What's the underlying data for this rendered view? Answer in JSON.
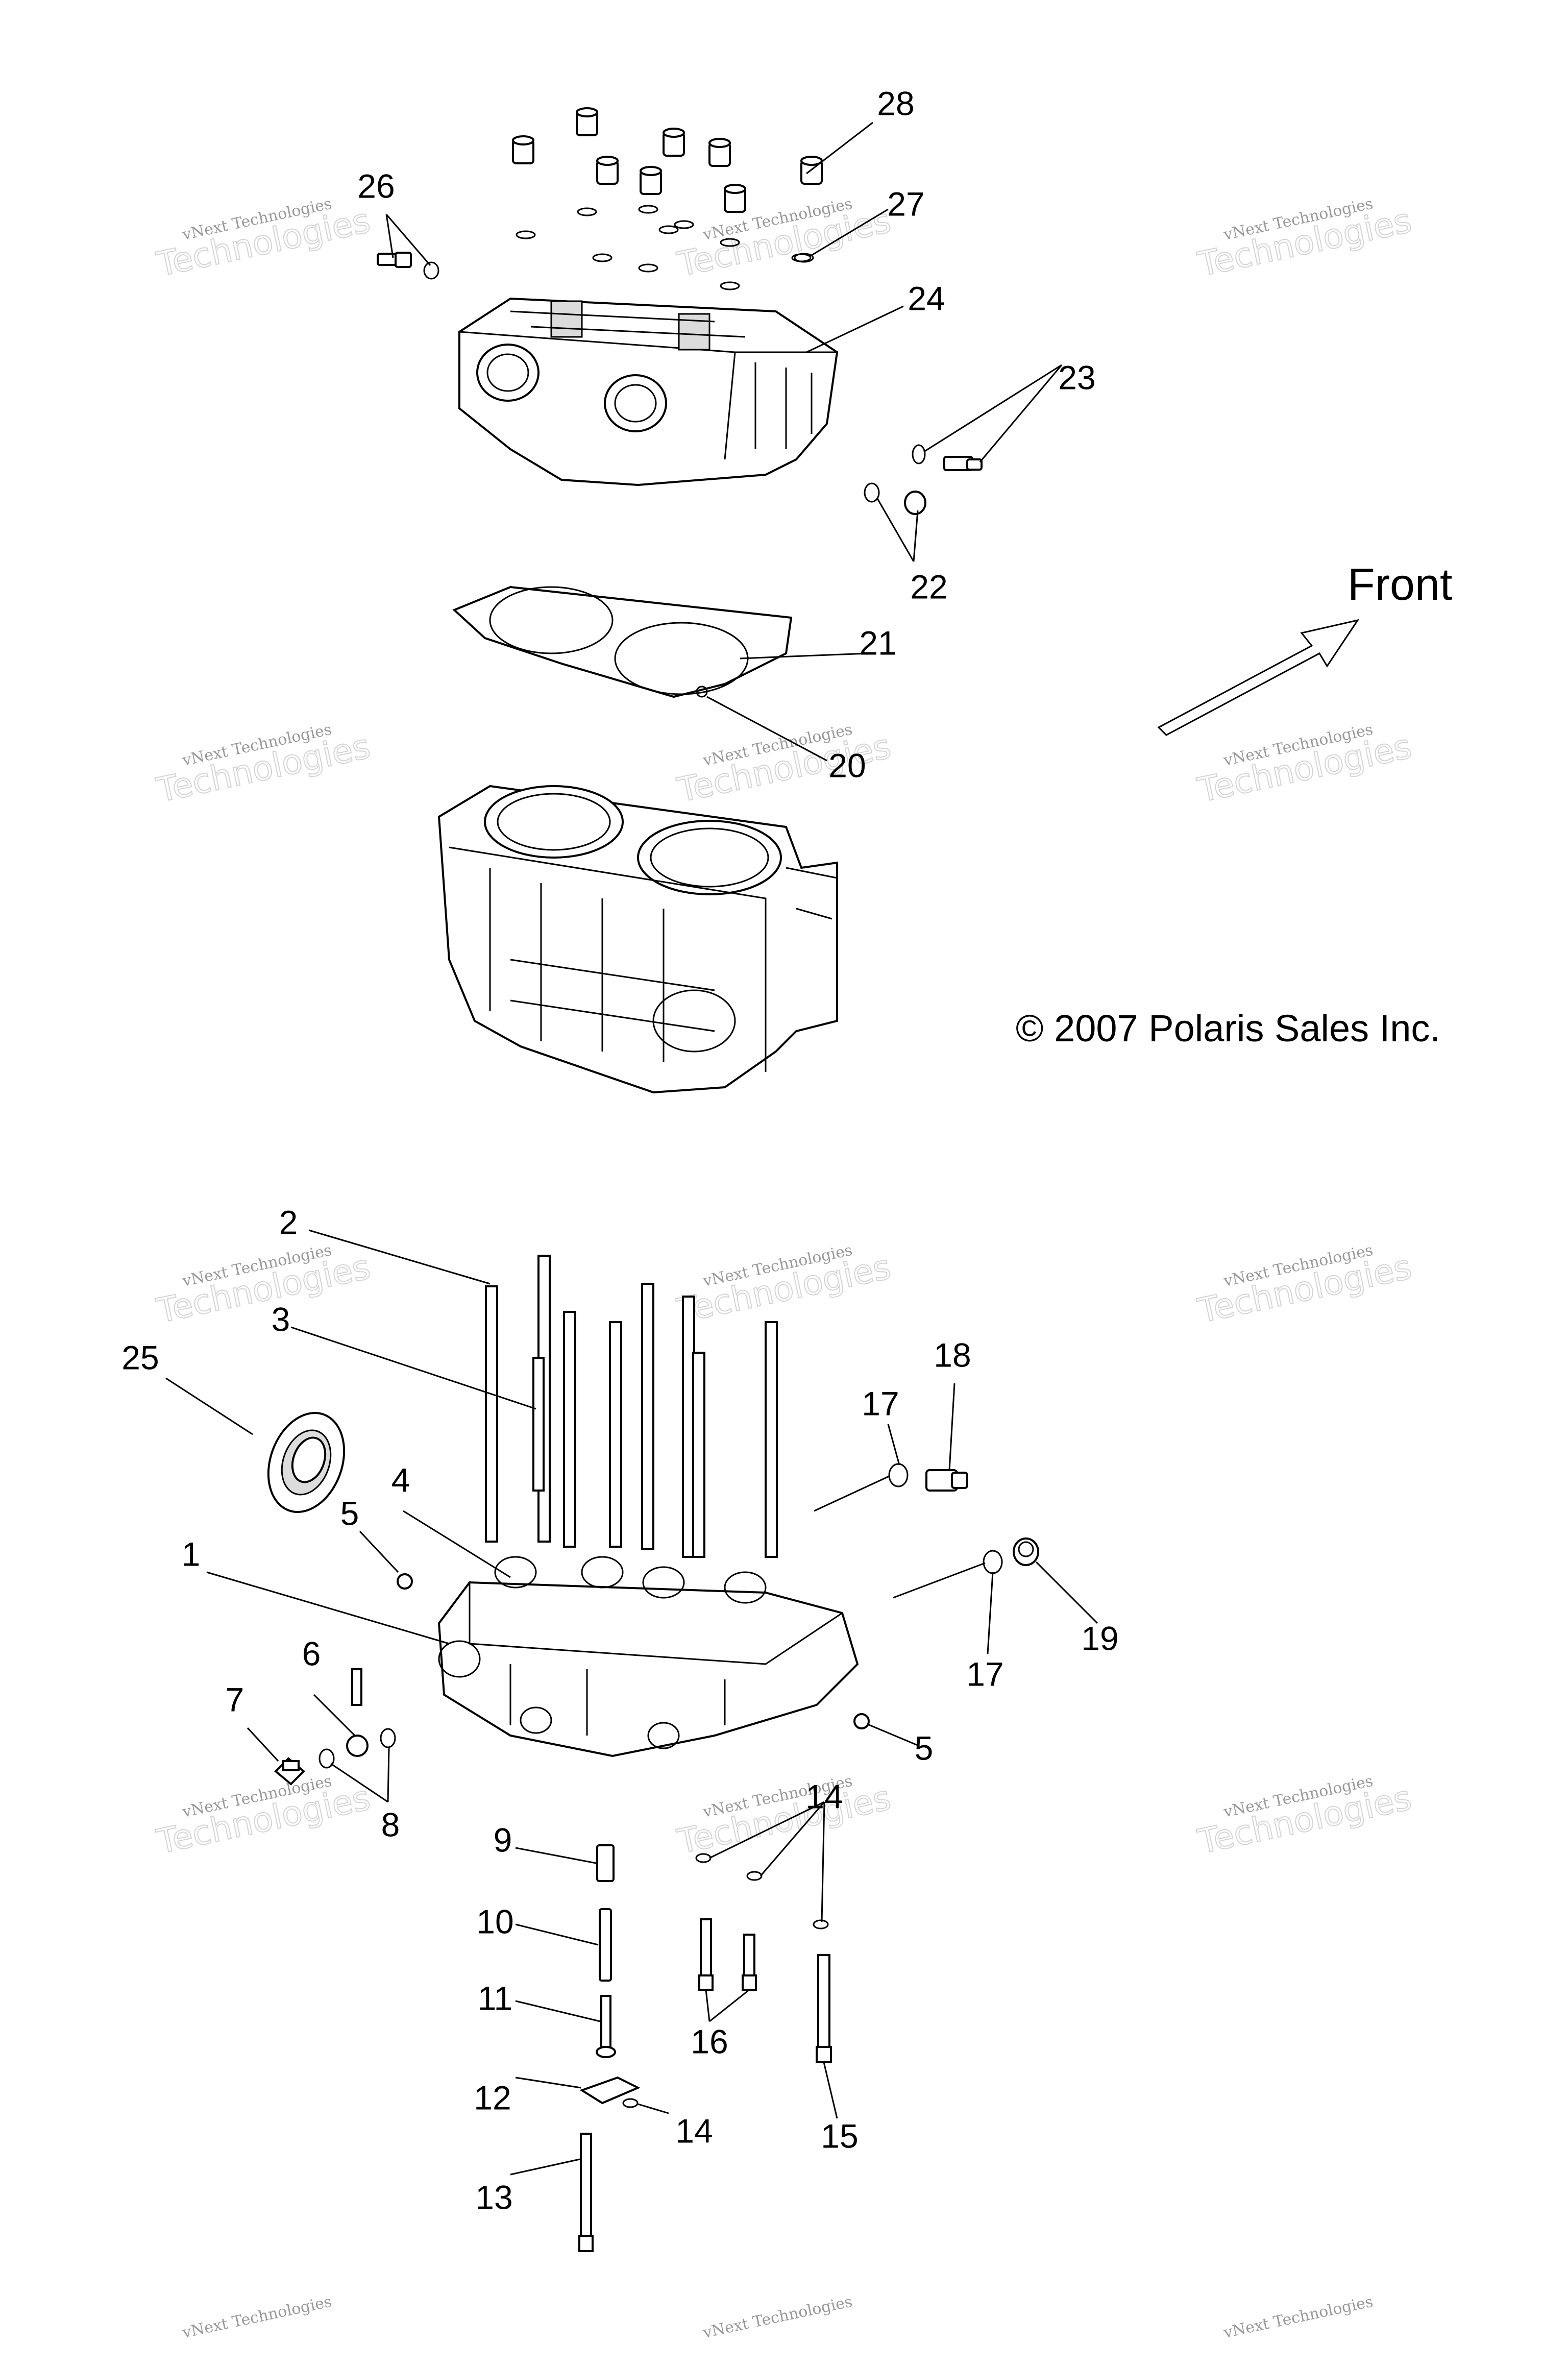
{
  "callouts": [
    "1",
    "2",
    "3",
    "4",
    "5",
    "5",
    "6",
    "7",
    "8",
    "9",
    "10",
    "11",
    "12",
    "13",
    "14",
    "14",
    "15",
    "16",
    "17",
    "17",
    "18",
    "19",
    "20",
    "21",
    "22",
    "23",
    "24",
    "25",
    "26",
    "27",
    "28"
  ],
  "front_label": "Front",
  "copyright": "© 2007 Polaris Sales Inc.",
  "watermark": {
    "line1": "vNext Technologies",
    "line2": "Technologies"
  },
  "colors": {
    "ink": "#000000",
    "background": "#ffffff"
  }
}
